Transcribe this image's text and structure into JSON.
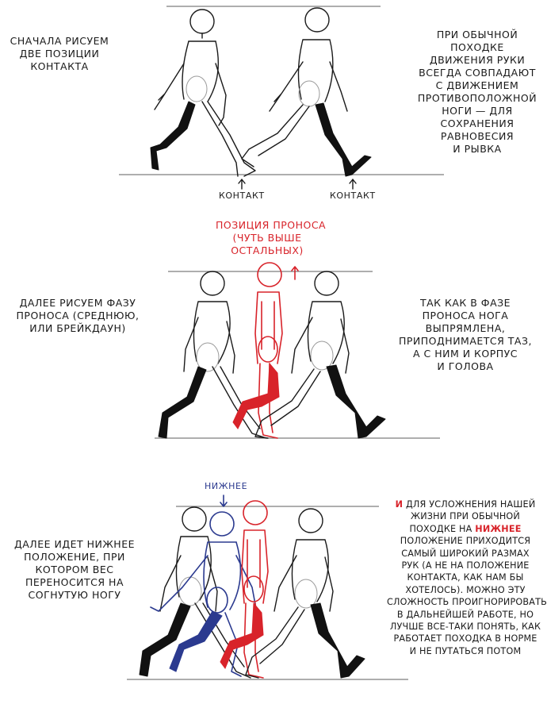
{
  "colors": {
    "ink": "#1a1a1a",
    "red": "#d8232a",
    "blue": "#2b3a8f",
    "ground": "#8a8a8a"
  },
  "panel1": {
    "left_text": [
      "сначала рисуем",
      "две позиции",
      "контакта"
    ],
    "right_text": [
      "при обычной",
      "походке",
      "движения руки",
      "всегда совпадают",
      "с движением",
      "противоположной",
      "ноги — для",
      "сохранения",
      "равновесия",
      "и рывка"
    ],
    "contact_label_left": "контакт",
    "contact_label_right": "контакт"
  },
  "panel2": {
    "passing_label": [
      "позиция проноса",
      "(чуть выше",
      "остальных)"
    ],
    "left_text": [
      "далее рисуем фазу",
      "проноса (среднюю,",
      "или брейкдаун)"
    ],
    "right_text": [
      "так как в фазе",
      "проноса нога",
      "выпрямлена,",
      "приподнимается таз,",
      "а с ним и корпус",
      "и голова"
    ]
  },
  "panel3": {
    "low_label": "нижнее",
    "left_text": [
      "далее идет нижнее",
      "положение, при",
      "котором вес",
      "переносится на",
      "согнутую ногу"
    ],
    "right_lead": "и",
    "right_line1_rest": " для усложнения нашей",
    "right_line2": "жизни при обычной",
    "right_line3_pre": "походке на ",
    "right_line3_em": "нижнее",
    "right_rest": [
      "положение приходится",
      "самый широкий размах",
      "рук (а не на положение",
      "контакта, как нам бы",
      "хотелось). можно эту",
      "сложность проигнорировать",
      "в дальнейшей работе, но",
      "лучше все-таки понять, как",
      "работает походка в норме",
      "и не путаться потом"
    ]
  }
}
